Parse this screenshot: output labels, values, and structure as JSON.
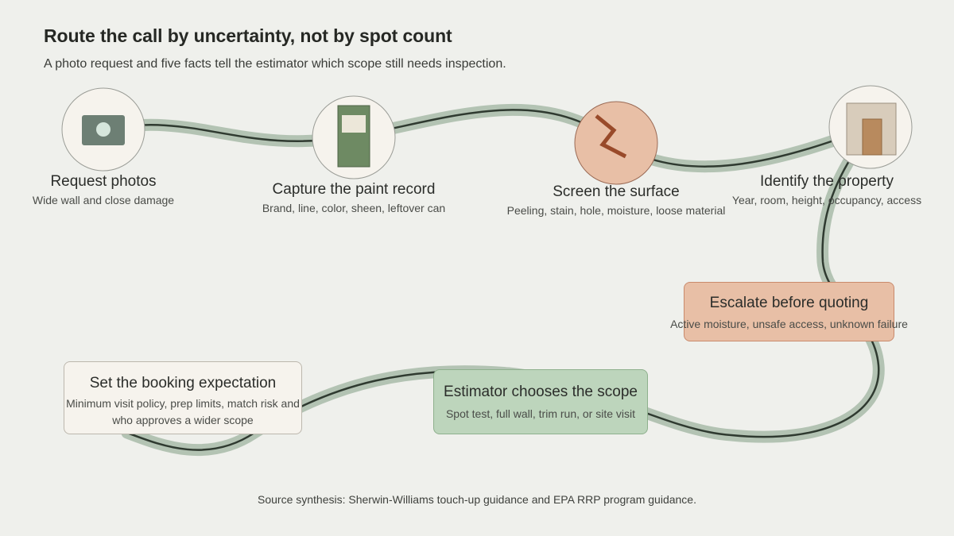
{
  "title": "Route the call by uncertainty, not by spot count",
  "subtitle": "A photo request and five facts tell the estimator which scope still needs inspection.",
  "steps": [
    {
      "label": "Request photos",
      "detail": "Wide wall and close damage",
      "icon": "camera-icon"
    },
    {
      "label": "Capture the paint record",
      "detail": "Brand, line, color, sheen, leftover can",
      "icon": "paint-can-icon"
    },
    {
      "label": "Screen the surface",
      "detail": "Peeling, stain, hole, moisture, loose material",
      "icon": "crack-icon"
    },
    {
      "label": "Identify the property",
      "detail": "Year, room, height, occupancy, access",
      "icon": "doorway-icon"
    }
  ],
  "escalate": {
    "label": "Escalate before quoting",
    "detail": "Active moisture, unsafe access, unknown failure"
  },
  "scope": {
    "label": "Estimator chooses the scope",
    "detail": "Spot test, full wall, trim run, or site visit"
  },
  "booking": {
    "label": "Set the booking expectation",
    "detail": "Minimum visit policy, prep limits, match risk and who approves a wider scope"
  },
  "footer": "Source synthesis: Sherwin-Williams touch-up guidance and EPA RRP program guidance.",
  "colors": {
    "background": "#eff0ec",
    "path_halo": "#b3c3b3",
    "path_line": "#2f3a30",
    "node_fill": "#f6f3ed",
    "alert_fill": "#e8bfa6",
    "scope_fill": "#bdd5bc"
  }
}
